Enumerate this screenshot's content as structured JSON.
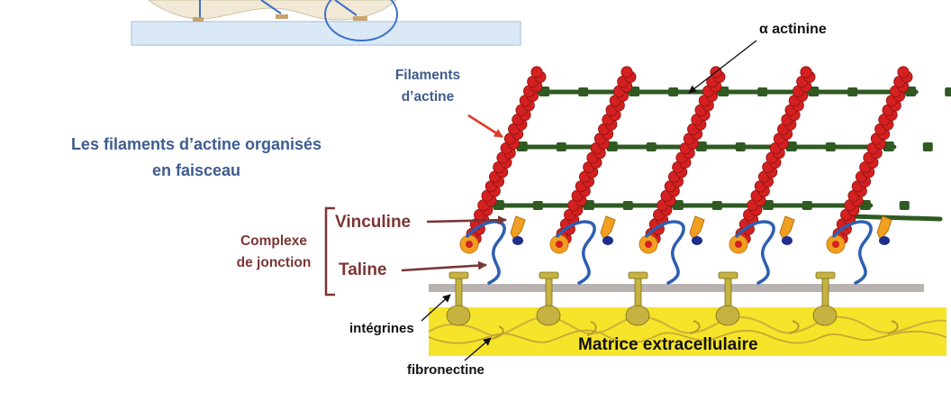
{
  "title": [
    "Les filaments d’actine organisés",
    "en faisceau"
  ],
  "labels": {
    "filaments_actine": [
      "Filaments",
      "d’actine"
    ],
    "alpha_actinine": "α actinine",
    "vinculine": "Vinculine",
    "taline": "Taline",
    "complexe_jonction": [
      "Complexe",
      "de jonction"
    ],
    "integrines": "intégrines",
    "fibronectine": "fibronectine",
    "matrice": "Matrice extracellulaire"
  },
  "colors": {
    "blue_title": "#3e5c8e",
    "maroon": "#7b3535",
    "actin_red": "#d42020",
    "actinin_green": "#2f5a22",
    "ecm_yellow": "#f6e42a",
    "integrin_olive": "#c5b240",
    "talin_blue": "#2e5fb0",
    "vinculin_orange": "#f0a020",
    "pointer_red": "#e23b2a",
    "cell_blue": "#3a6fc4"
  }
}
